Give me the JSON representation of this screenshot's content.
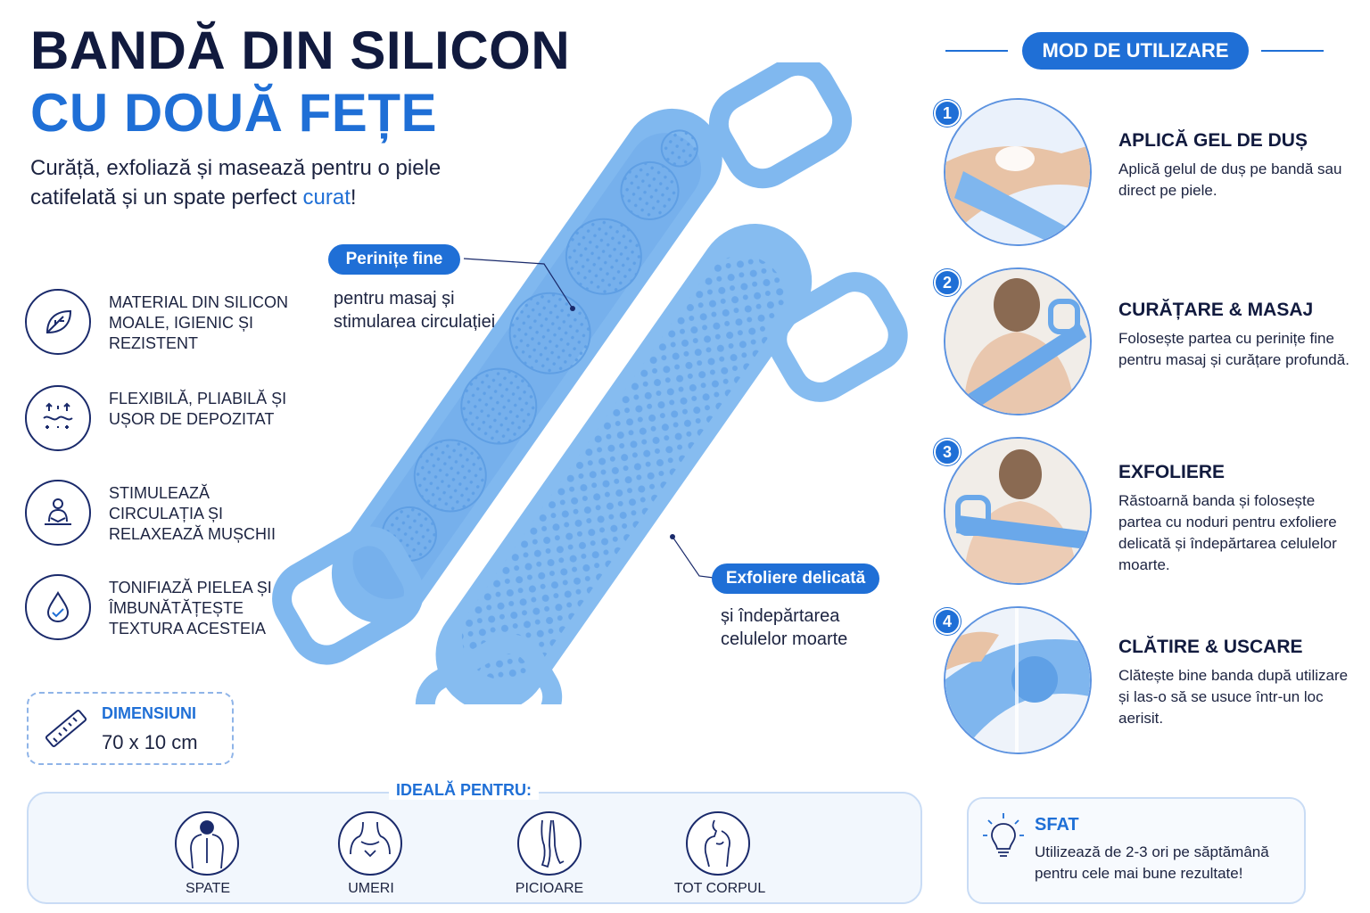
{
  "title": {
    "line1": "BANDĂ DIN SILICON",
    "line2": "CU DOUĂ FEȚE",
    "subtitle_pre": "Curăță, exfoliază și masează pentru o piele catifelată și un spate perfect ",
    "subtitle_highlight": "curat",
    "subtitle_post": "!"
  },
  "features": [
    {
      "icon": "leaf-icon",
      "text": "MATERIAL DIN SILICON MOALE, IGIENIC ȘI REZISTENT"
    },
    {
      "icon": "flexible-arrows-icon",
      "text": "FLEXIBILĂ, PLIABILĂ ȘI UȘOR DE DEPOZITAT"
    },
    {
      "icon": "relax-person-icon",
      "text": "STIMULEAZĂ CIRCULAȚIA ȘI RELAXEAZĂ MUȘCHII"
    },
    {
      "icon": "water-drop-check-icon",
      "text": "TONIFIAZĂ PIELEA ȘI ÎMBUNĂTĂȚEȘTE TEXTURA ACESTEIA"
    }
  ],
  "dimensions": {
    "title": "DIMENSIUNI",
    "value": "70 x 10 cm",
    "icon": "ruler-icon"
  },
  "callouts": {
    "fine": {
      "label": "Perinițe fine",
      "text": "pentru masaj și stimularea circulației"
    },
    "exfoliate": {
      "label": "Exfoliere delicată",
      "text": "și îndepărtarea celulelor moarte"
    }
  },
  "usage": {
    "header": "MOD DE UTILIZARE",
    "steps": [
      {
        "num": "1",
        "title": "APLICĂ GEL DE DUȘ",
        "desc": "Aplică gelul de duș pe bandă sau direct pe piele."
      },
      {
        "num": "2",
        "title": "CURĂȚARE & MASAJ",
        "desc": "Folosește partea cu perinițe fine pentru masaj și curățare profundă."
      },
      {
        "num": "3",
        "title": "EXFOLIERE",
        "desc": "Răstoarnă banda și folosește partea cu noduri pentru exfoliere delicată și îndepărtarea celulelor moarte."
      },
      {
        "num": "4",
        "title": "CLĂTIRE & USCARE",
        "desc": "Clătește bine banda după utilizare și las-o să se usuce într-un loc aerisit."
      }
    ]
  },
  "ideal": {
    "title": "IDEALĂ PENTRU:",
    "items": [
      {
        "label": "SPATE",
        "icon": "back-icon"
      },
      {
        "label": "UMERI",
        "icon": "shoulders-icon"
      },
      {
        "label": "PICIOARE",
        "icon": "legs-icon"
      },
      {
        "label": "TOT CORPUL",
        "icon": "full-body-icon"
      }
    ]
  },
  "tip": {
    "title": "SFAT",
    "text": "Utilizează de 2-3 ori pe săptămână pentru cele mai bune rezultate!",
    "icon": "lightbulb-icon"
  },
  "colors": {
    "navy": "#111a3e",
    "blue": "#1f6fd6",
    "product": "#7fb6ee"
  }
}
